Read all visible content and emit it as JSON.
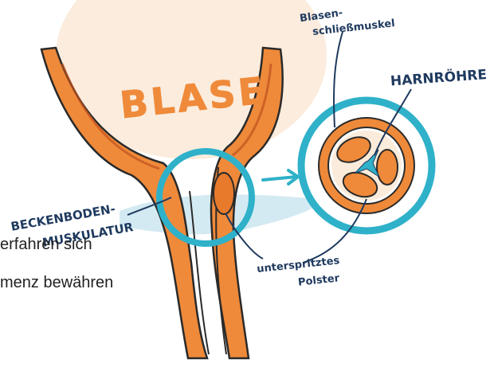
{
  "labels": {
    "blase": "BLASE",
    "blasenschliessmuskel_line1": "Blasen-",
    "blasenschliessmuskel_line2": "schließmuskel",
    "harnroehre": "HARNRÖHRE",
    "beckenboden_line1": "BECKENBODEN-",
    "beckenboden_line2": "MUSKULATUR",
    "polster_line1": "unterspritztes",
    "polster_line2": "Polster"
  },
  "caption": {
    "line1": "erfahren sich",
    "line2": "menz bewähren"
  },
  "colors": {
    "orange": "#ef8a3a",
    "dark_orange": "#d9652b",
    "teal": "#2fb1c9",
    "light_blue": "#bfe1ec",
    "ink": "#2a2a2a",
    "peach": "#f7d7b5"
  }
}
